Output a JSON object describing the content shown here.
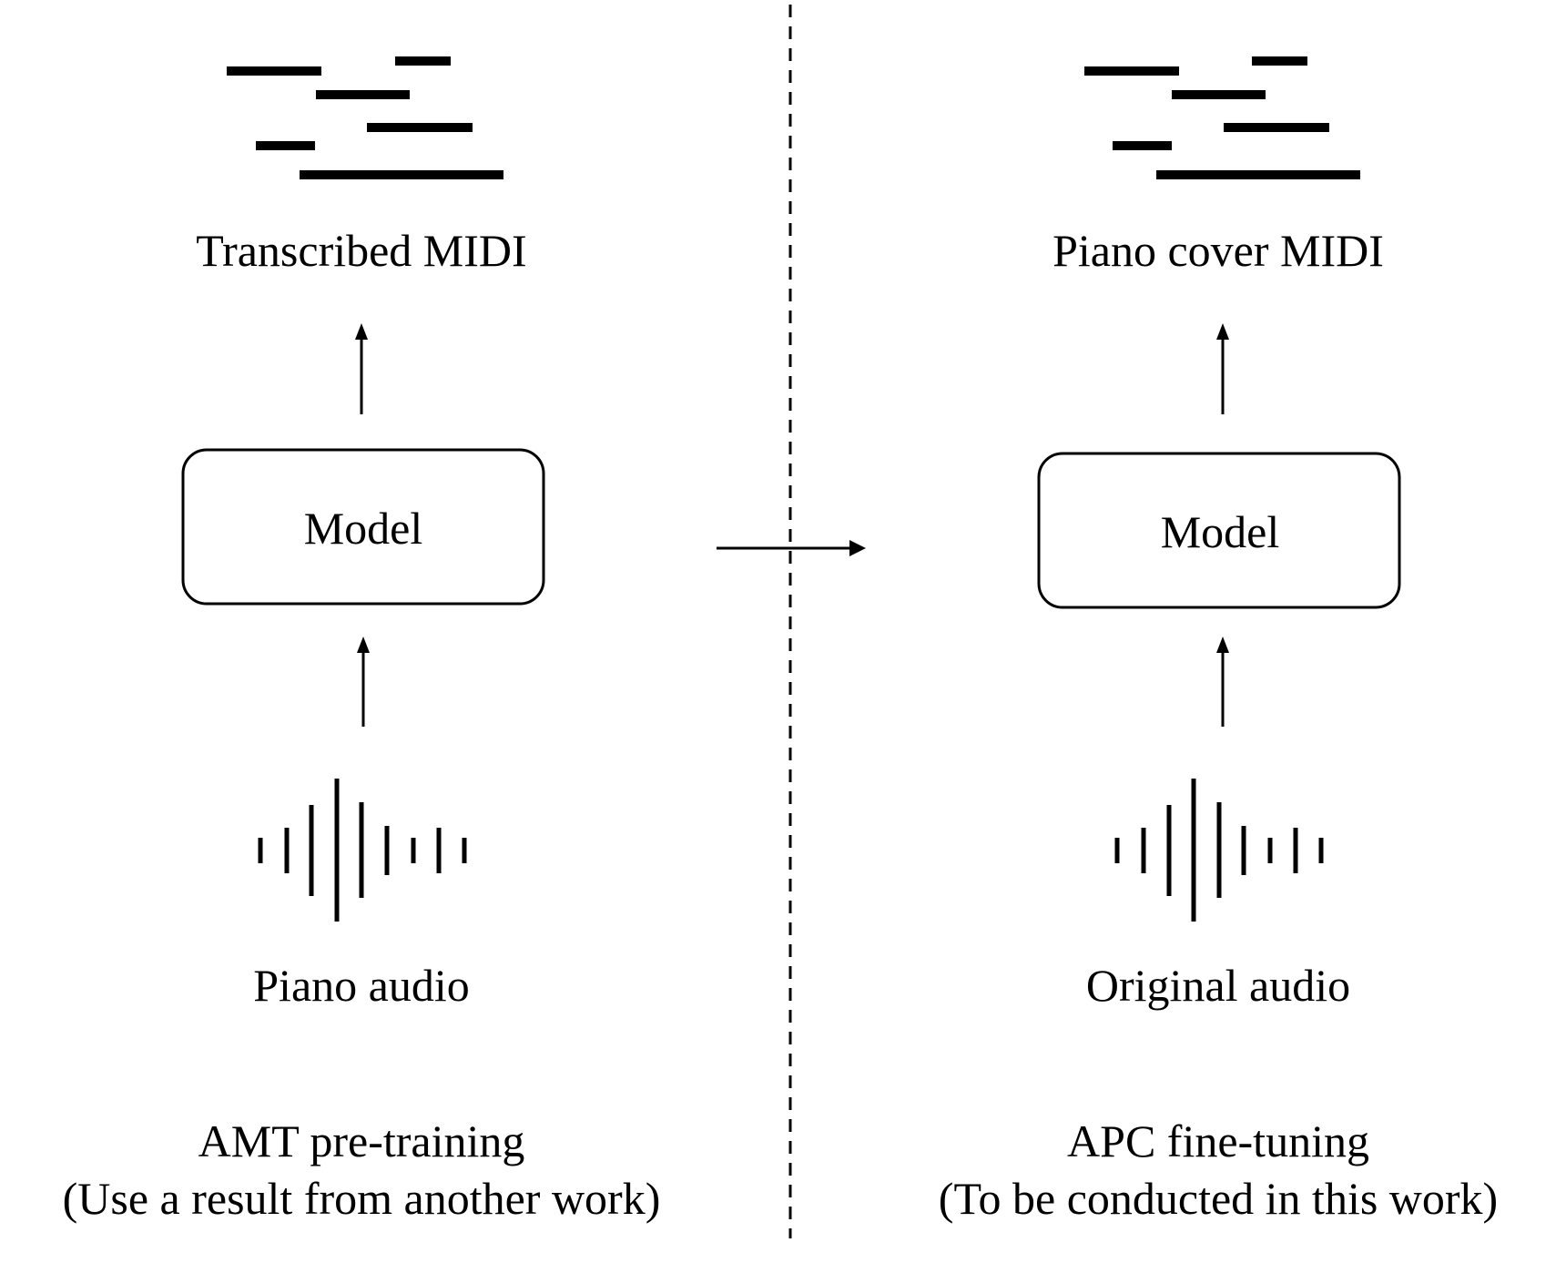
{
  "left_panel": {
    "output_label": "Transcribed MIDI",
    "model_label": "Model",
    "input_label": "Piano audio",
    "caption_line1": "AMT pre-training",
    "caption_line2": "(Use a result from another work)"
  },
  "right_panel": {
    "output_label": "Piano cover MIDI",
    "model_label": "Model",
    "input_label": "Original audio",
    "caption_line1": "APC fine-tuning",
    "caption_line2": "(To be conducted in this work)"
  },
  "icons": {
    "midi": "piano-roll-icon",
    "audio": "waveform-icon",
    "arrow": "arrow-icon"
  },
  "colors": {
    "ink": "#000000",
    "background": "#ffffff"
  }
}
